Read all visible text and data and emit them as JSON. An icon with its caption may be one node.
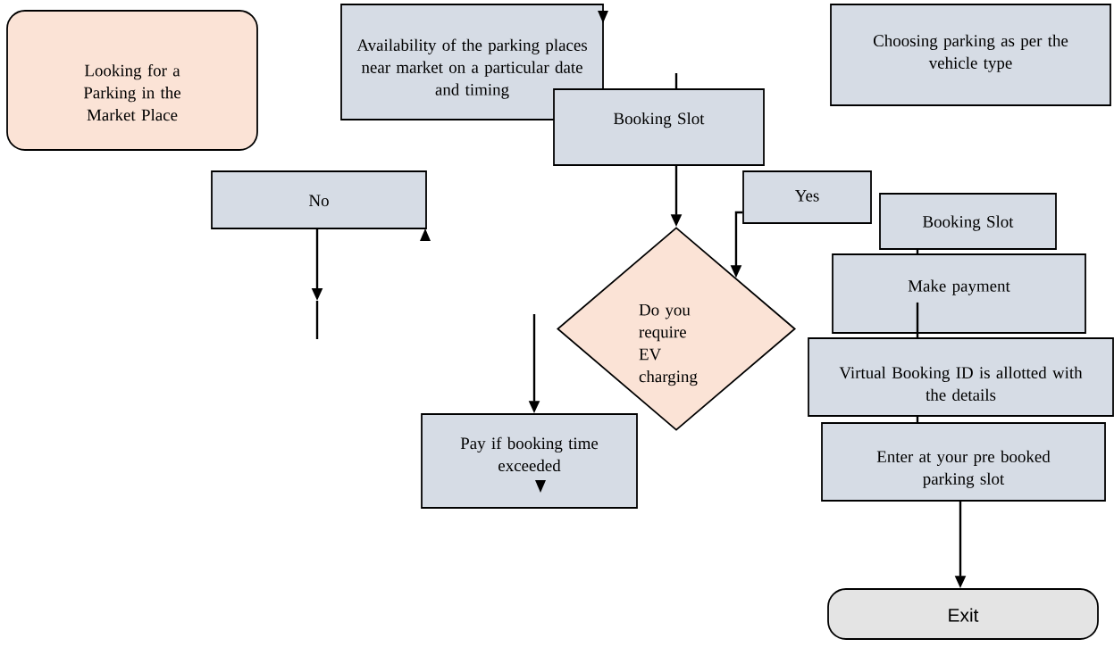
{
  "diagram": {
    "nodes": [
      {
        "text": [
          "Looking for a Parking in the Market Place"
        ]
      },
      {
        "text": [
          "Availability of the parking places near market on a particular date and timing"
        ]
      },
      {
        "text": [
          "Booking Slot"
        ]
      },
      {
        "text": [
          "Choosing parking as per the vehicle type"
        ]
      },
      {
        "text": [
          "No"
        ]
      },
      {
        "text": [
          "Yes"
        ]
      },
      {
        "text": [
          "Do you require EV charging"
        ]
      },
      {
        "text": [
          "Booking Slot"
        ]
      },
      {
        "text": [
          "Make payment"
        ]
      },
      {
        "text": [
          "Virtual Booking ID is allotted with the details"
        ]
      },
      {
        "text": [
          "Enter at your pre booked parking slot"
        ]
      },
      {
        "text": [
          "Pay if booking time exceeded"
        ]
      },
      {
        "text": [
          "Exit"
        ]
      }
    ],
    "edges": [
      {
        "from": 2,
        "to": 6,
        "arrow": "to"
      },
      {
        "from": 10,
        "to": 12,
        "arrow": "to"
      },
      {
        "from": 7,
        "to": 8,
        "arrow": "none"
      },
      {
        "from": 8,
        "to": 9,
        "arrow": "none"
      },
      {
        "from": 9,
        "to": 10,
        "arrow": "none"
      },
      {
        "from": null,
        "to": 11,
        "arrow": "to"
      },
      {
        "from": 4,
        "to": null,
        "arrow": "to"
      },
      {
        "from": null,
        "to": 2,
        "arrow": "none"
      },
      {
        "from": 5,
        "to": 6,
        "arrow": "to"
      }
    ]
  }
}
